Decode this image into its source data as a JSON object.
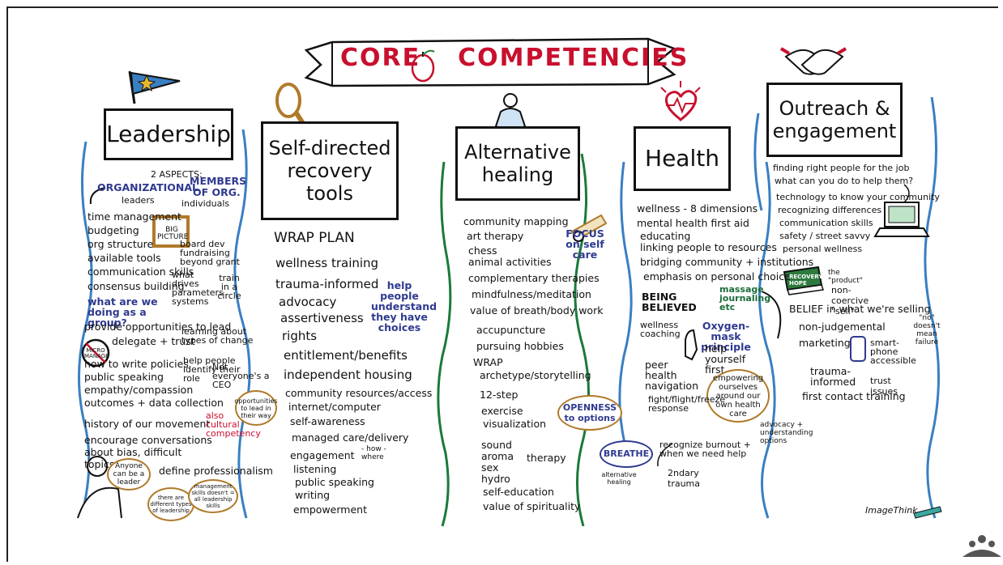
{
  "title": {
    "left": "CORE",
    "right": "COMPETENCIES"
  },
  "logo_text": "ImageThink",
  "colors": {
    "accent_red": "#c8102e",
    "ink": "#111111",
    "blue": "#2f3a8f",
    "green_border": "#1a7a3a",
    "blue_border": "#3a7fc2",
    "gold": "#b07a2a"
  },
  "leadership": {
    "header": "Leadership",
    "aspects": "2 ASPECTS:",
    "org_leaders_1": "ORGANIZATIONAL",
    "org_leaders_2": "leaders",
    "members_1": "MEMBERS",
    "members_2": "OF ORG.",
    "members_3": "individuals",
    "big_picture": "BIG PICTURE",
    "micro_manage": "MICRO MANAGE",
    "items": [
      "time management",
      "budgeting",
      "org structure",
      "available tools",
      "communication skills",
      "consensus building",
      "what are we doing as a group?",
      "provide opportunities to lead",
      "delegate + trust",
      "how to write policies",
      "public speaking",
      "empathy/compassion",
      "outcomes + data collection",
      "history of our movement",
      "encourage conversations about bias, difficult topics",
      "define professionalism"
    ],
    "side_notes": [
      "board dev fundraising beyond grant",
      "what drives parameters systems",
      "train in a circle",
      "learning about types of change",
      "help people identify their role",
      "Not everyone's a CEO",
      "opportunities to lead in their way",
      "also cultural competency",
      "Anyone can be a leader",
      "there are different types of leadership",
      "management skills doesn't = all leadership skills"
    ]
  },
  "self_directed": {
    "header": "Self-directed recovery tools",
    "wrap": "WRAP PLAN",
    "items": [
      "wellness training",
      "trauma-informed",
      "advocacy",
      "assertiveness",
      "rights",
      "entitlement/benefits",
      "independent housing",
      "community resources/access",
      "internet/computer",
      "self-awareness",
      "managed care/delivery",
      "engagement",
      "listening",
      "public speaking",
      "writing",
      "empowerment"
    ],
    "engagement_note": "- how - where",
    "help_people": "help people understand they have choices"
  },
  "alternative": {
    "header": "Alternative healing",
    "focus": "FOCUS on self care",
    "items": [
      "community mapping",
      "art therapy",
      "chess",
      "animal activities",
      "complementary therapies",
      "mindfulness/meditation",
      "value of breath/body work",
      "accupuncture",
      "pursuing hobbies"
    ],
    "wrap": "WRAP",
    "items2": [
      "archetype/storytelling",
      "12-step",
      "exercise",
      "visualization"
    ],
    "therapies": [
      "sound",
      "aroma",
      "sex",
      "hydro"
    ],
    "therapy": "therapy",
    "items3": [
      "self-education",
      "value of spirituality"
    ],
    "openness": "OPENNESS to options",
    "breathe": "BREATHE",
    "alt_healing": "alternative healing"
  },
  "health": {
    "header": "Health",
    "items": [
      "wellness - 8 dimensions",
      "mental health first aid",
      "educating",
      "linking people to resources",
      "bridging community + institutions",
      "emphasis on personal choice"
    ],
    "being_believed": "BEING BELIEVED",
    "massage": "massage journaling etc",
    "wellness_coaching": "wellness coaching",
    "oxygen": "Oxygen-mask principle",
    "help_yourself": "help yourself first",
    "peer": "peer health navigation",
    "empowering": "empowering ourselves around our own health care",
    "fight": "fight/flight/freeze response",
    "advocacy": "advocacy + understanding options",
    "burnout": "recognize burnout + when we need help",
    "trauma": "2ndary trauma"
  },
  "outreach": {
    "header": "Outreach & engagement",
    "items": [
      "finding right people for the job",
      "what can you do to help them?",
      "technology to know your community",
      "recognizing differences",
      "communication skills",
      "safety / street savvy",
      "personal wellness"
    ],
    "recovery_hope": "RECOVERY HOPE",
    "the_product": "the \"product\"",
    "non_coercive": "non-coercive \"sell\"",
    "belief": "BELIEF in what we're selling",
    "no_doesnt": "\"no\" doesn't mean failure",
    "non_judgemental": "non-judgemental",
    "marketing": "marketing",
    "smartphone": "smart-phone accessible",
    "trauma_informed": "trauma-informed",
    "trust_issues": "trust issues",
    "first_contact": "first contact training"
  }
}
